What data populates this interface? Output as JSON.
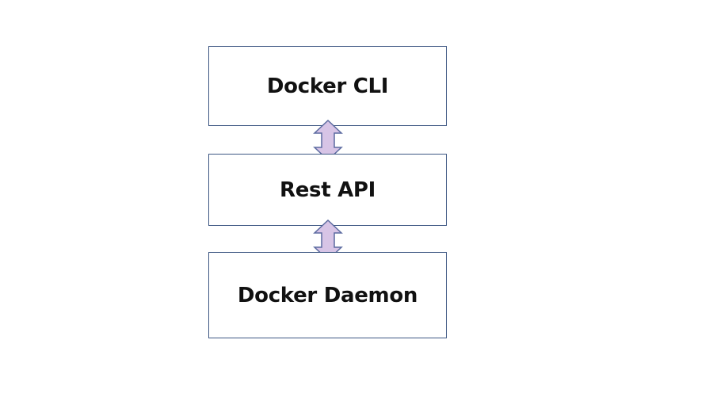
{
  "diagram": {
    "layers": [
      {
        "label": "Docker CLI"
      },
      {
        "label": "Rest API"
      },
      {
        "label": "Docker Daemon"
      }
    ],
    "colors": {
      "box_border": "#3e5783",
      "box_fill": "#ffffff",
      "arrow_fill": "#d7c4e6",
      "arrow_stroke": "#5b6aa0",
      "text": "#111111"
    },
    "connectors": [
      {
        "from": "Docker CLI",
        "to": "Rest API",
        "direction": "bidirectional"
      },
      {
        "from": "Rest API",
        "to": "Docker Daemon",
        "direction": "bidirectional"
      }
    ]
  }
}
